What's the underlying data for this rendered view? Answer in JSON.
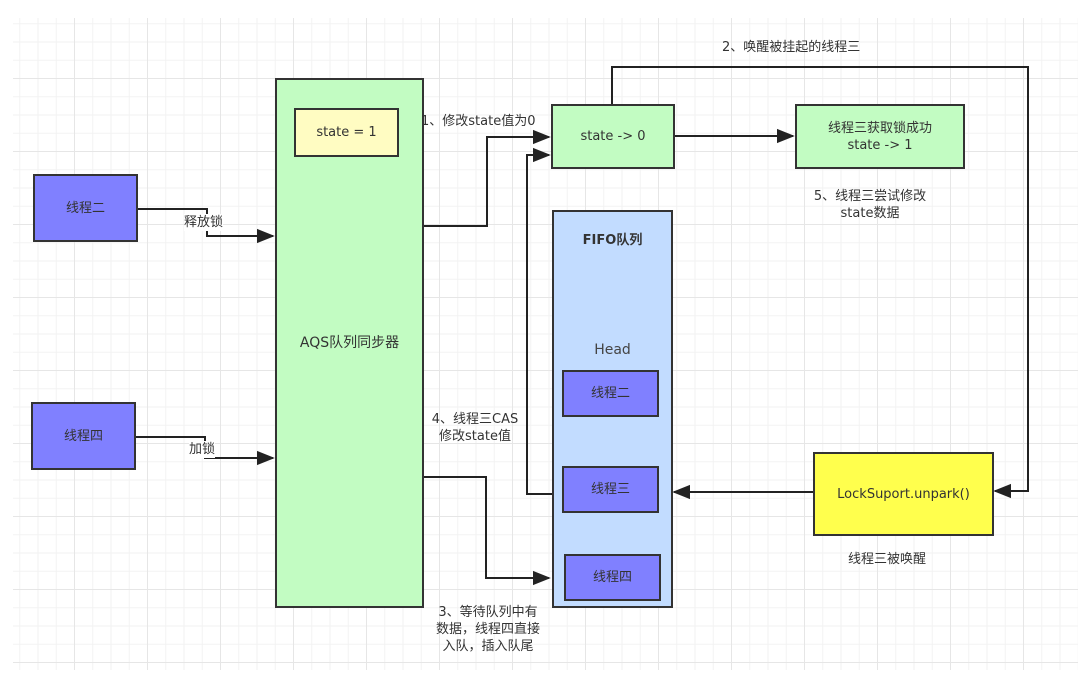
{
  "diagram": {
    "title": "AQS lock release / wake-up flow",
    "nodes": {
      "thread_two": "线程二",
      "thread_four": "线程四",
      "aqs": "AQS队列同步器",
      "state_eq_1": "state = 1",
      "state_to_0": "state -> 0",
      "thread_three_acquired_line1": "线程三获取锁成功",
      "thread_three_acquired_line2": "state -> 1",
      "fifo_title": "FIFO队列",
      "fifo_head": "Head",
      "queue_thread_two": "线程二",
      "queue_thread_three": "线程三",
      "queue_thread_four": "线程四",
      "lock_support": "LockSuport.unpark()"
    },
    "edge_labels": {
      "release_lock": "释放锁",
      "acquire_lock": "加锁",
      "step1": "1、修改state值为0",
      "step2": "2、唤醒被挂起的线程三",
      "step3_line1": "3、等待队列中有",
      "step3_line2": "数据，线程四直接",
      "step3_line3": "入队，插入队尾",
      "step4_line1": "4、线程三CAS",
      "step4_line2": "修改state值",
      "step5_line1": "5、线程三尝试修改",
      "step5_line2": "state数据",
      "thread_three_woken": "线程三被唤醒"
    },
    "colors": {
      "thread": "#8080ff",
      "aqs": "#c2fcc2",
      "state": "#fffcc2",
      "fifo": "#c2dcff",
      "lock_support": "#ffff4d",
      "stroke": "#333333"
    }
  }
}
